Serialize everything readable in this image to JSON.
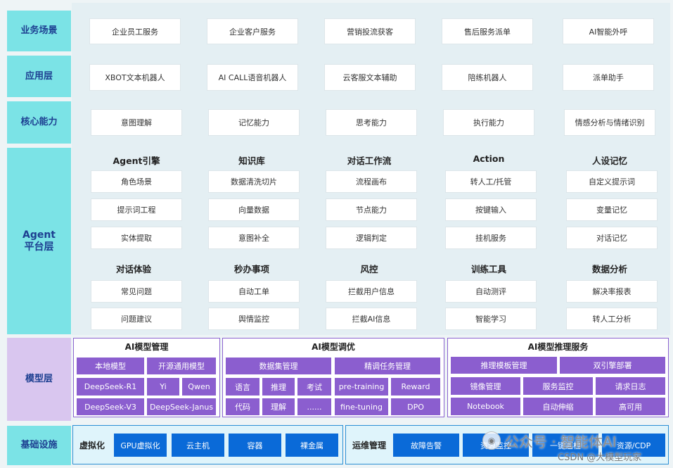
{
  "layers": {
    "business": "业务场景",
    "application": "应用层",
    "core": "核心能力",
    "agent": "Agent\n平台层",
    "model": "模型层",
    "infra": "基础设施"
  },
  "business_items": [
    "企业员工服务",
    "企业客户服务",
    "营销投流获客",
    "售后服务派单",
    "AI智能外呼"
  ],
  "application_items": [
    "XBOT文本机器人",
    "AI CALL语音机器人",
    "云客服文本辅助",
    "陪练机器人",
    "派单助手"
  ],
  "core_items": [
    "意图理解",
    "记忆能力",
    "思考能力",
    "执行能力",
    "情感分析与情绪识别"
  ],
  "agent": {
    "groups_row1": [
      {
        "title": "Agent引擎",
        "items": [
          "角色场景",
          "提示词工程",
          "实体提取"
        ]
      },
      {
        "title": "知识库",
        "items": [
          "数据清洗切片",
          "向量数据",
          "意图补全"
        ]
      },
      {
        "title": "对话工作流",
        "items": [
          "流程画布",
          "节点能力",
          "逻辑判定"
        ]
      },
      {
        "title": "Action",
        "items": [
          "转人工/托管",
          "按键输入",
          "挂机服务"
        ]
      },
      {
        "title": "人设记忆",
        "items": [
          "自定义提示词",
          "变量记忆",
          "对话记忆"
        ]
      }
    ],
    "groups_row2": [
      {
        "title": "对话体验",
        "items": [
          "常见问题",
          "问题建议"
        ]
      },
      {
        "title": "秒办事项",
        "items": [
          "自动工单",
          "舆情监控"
        ]
      },
      {
        "title": "风控",
        "items": [
          "拦截用户信息",
          "拦截AI信息"
        ]
      },
      {
        "title": "训练工具",
        "items": [
          "自动测评",
          "智能学习"
        ]
      },
      {
        "title": "数据分析",
        "items": [
          "解决率报表",
          "转人工分析"
        ]
      }
    ]
  },
  "model": {
    "management": {
      "title": "AI模型管理",
      "items": [
        "本地模型",
        "开源通用模型",
        "DeepSeek-R1",
        "Yi",
        "Qwen",
        "DeepSeek-V3",
        "DeepSeek-Janus"
      ]
    },
    "tuning": {
      "title": "AI模型调优",
      "items": [
        "数据集管理",
        "精调任务管理",
        "语言",
        "推理",
        "考试",
        "pre-training",
        "Reward",
        "代码",
        "理解",
        "......",
        "fine-tuning",
        "DPO"
      ]
    },
    "inference": {
      "title": "AI模型推理服务",
      "items": [
        "推理模板管理",
        "双引擎部署",
        "镜像管理",
        "服务监控",
        "请求日志",
        "Notebook",
        "自动伸缩",
        "高可用"
      ]
    }
  },
  "infra": {
    "virtual_label": "虚拟化",
    "virtual_items": [
      "GPU虚拟化",
      "云主机",
      "容器",
      "裸金属"
    ],
    "ops_label": "运维管理",
    "ops_items": [
      "故障告警",
      "资源监控",
      "一键巡检",
      "资源/CDP"
    ]
  },
  "watermark": {
    "line1": "公众号 · 智能体AI",
    "line2": "CSDN @大模型玩家"
  },
  "colors": {
    "layer_label_bg": "#7be3e6",
    "layer_label_text": "#1d3f91",
    "model_label_bg": "#d9c6ef",
    "model_button": "#8b5ecf",
    "infra_button": "#0a6ad8"
  }
}
